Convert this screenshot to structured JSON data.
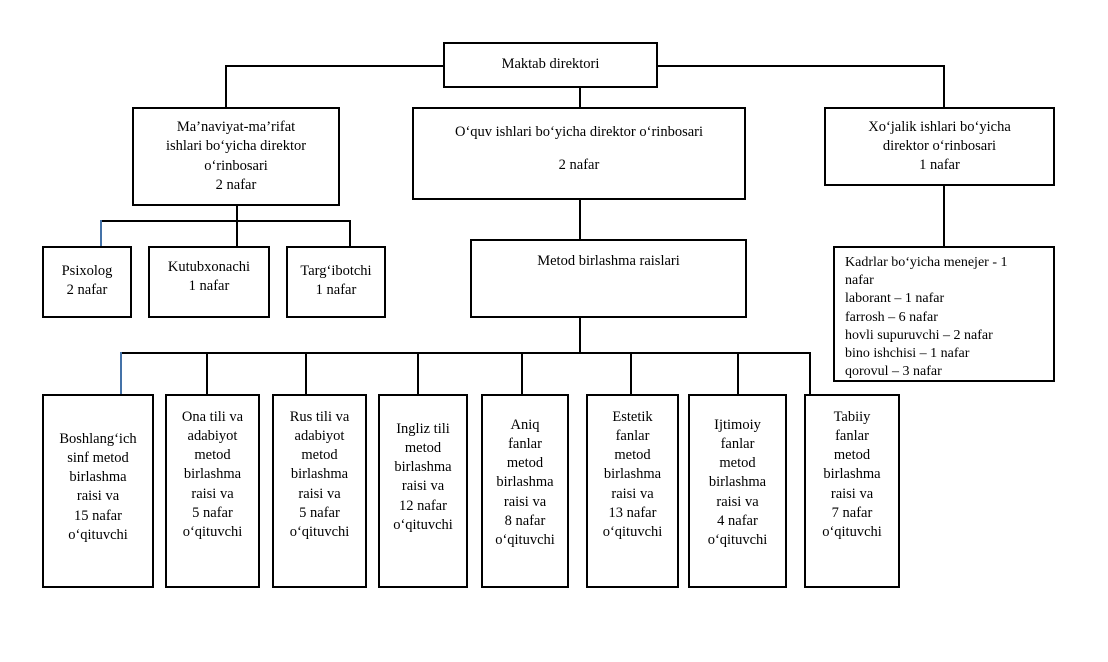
{
  "diagram": {
    "type": "organizational-chart",
    "title_node": "Maktab direktori",
    "language": "uz",
    "background_color": "#ffffff",
    "line_color": "#000000",
    "accent_line_color": "#4472a8"
  },
  "nodes": {
    "director": {
      "label": "Maktab direktori",
      "lines": [
        "Maktab direktori"
      ]
    },
    "deputy_spiritual": {
      "lines": [
        "Ma’naviyat-ma’rifat",
        "ishlari bo‘yicha direktor",
        "o‘rinbosari",
        "2 nafar"
      ]
    },
    "deputy_academic": {
      "lines": [
        "O‘quv ishlari bo‘yicha direktor o‘rinbosari",
        "",
        "2 nafar"
      ]
    },
    "deputy_economic": {
      "lines": [
        "Xo‘jalik ishlari bo‘yicha",
        "direktor o‘rinbosari",
        "1 nafar"
      ]
    },
    "psychologist": {
      "lines": [
        "Psixolog",
        "2 nafar"
      ]
    },
    "librarian": {
      "lines": [
        "Kutubxonachi",
        "1 nafar"
      ]
    },
    "promoter": {
      "lines": [
        "Targ‘ibotchi",
        "1 nafar"
      ]
    },
    "method_chairs": {
      "lines": [
        "Metod birlashma raislari"
      ]
    },
    "staff_list": {
      "lines": [
        "Kadrlar  bo‘yicha  menejer -   1",
        "nafar",
        "laborant – 1 nafar",
        "farrosh – 6 nafar",
        "hovli supuruvchi – 2 nafar",
        "bino ishchisi – 1 nafar",
        "qorovul – 3 nafar"
      ]
    }
  },
  "method_units": [
    {
      "id": "primary",
      "lines": [
        "Boshlang‘ich",
        "sinf metod",
        "birlashma",
        "raisi va",
        "15 nafar",
        "o‘qituvchi"
      ],
      "count": 15
    },
    {
      "id": "native-language",
      "lines": [
        "Ona tili va",
        "adabiyot",
        "metod",
        "birlashma",
        "raisi va",
        "5 nafar",
        "o‘qituvchi"
      ],
      "count": 5
    },
    {
      "id": "russian-language",
      "lines": [
        "Rus tili va",
        "adabiyot",
        "metod",
        "birlashma",
        "raisi va",
        "5 nafar",
        "o‘qituvchi"
      ],
      "count": 5
    },
    {
      "id": "english-language",
      "lines": [
        "Ingliz tili",
        "metod",
        "birlashma",
        "raisi va",
        "12 nafar",
        "o‘qituvchi"
      ],
      "count": 12
    },
    {
      "id": "exact-sciences",
      "lines": [
        "Aniq",
        "fanlar",
        "metod",
        "birlashma",
        "raisi va",
        "8 nafar",
        "o‘qituvchi"
      ],
      "count": 8
    },
    {
      "id": "aesthetic-sciences",
      "lines": [
        "Estetik",
        "fanlar",
        "metod",
        "birlashma",
        "raisi va",
        "13 nafar",
        "o‘qituvchi"
      ],
      "count": 13
    },
    {
      "id": "social-sciences",
      "lines": [
        "Ijtimoiy",
        "fanlar",
        "metod",
        "birlashma",
        "raisi va",
        "4 nafar",
        "o‘qituvchi"
      ],
      "count": 4
    },
    {
      "id": "natural-sciences",
      "lines": [
        "Tabiiy",
        "fanlar",
        "metod",
        "birlashma",
        "raisi va",
        "7 nafar",
        "o‘qituvchi"
      ],
      "count": 7
    }
  ]
}
